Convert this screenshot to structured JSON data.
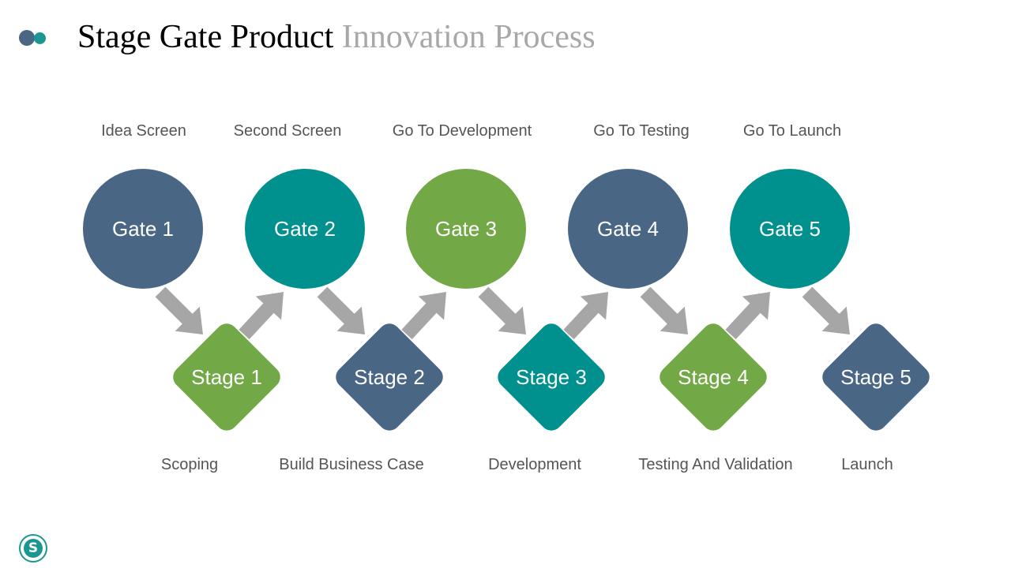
{
  "title": {
    "part1": "Stage Gate Product",
    "part2": "Innovation Process"
  },
  "gates": [
    {
      "label": "Gate 1",
      "caption": "Idea Screen",
      "color": "#4a6685"
    },
    {
      "label": "Gate 2",
      "caption": "Second Screen",
      "color": "#00918e"
    },
    {
      "label": "Gate 3",
      "caption": "Go To Development",
      "color": "#72a845"
    },
    {
      "label": "Gate 4",
      "caption": "Go To Testing",
      "color": "#4a6685"
    },
    {
      "label": "Gate 5",
      "caption": "Go To Launch",
      "color": "#00918e"
    }
  ],
  "stages": [
    {
      "label": "Stage 1",
      "caption": "Scoping",
      "color": "#72a845"
    },
    {
      "label": "Stage 2",
      "caption": "Build Business Case",
      "color": "#4a6685"
    },
    {
      "label": "Stage 3",
      "caption": "Development",
      "color": "#00918e"
    },
    {
      "label": "Stage 4",
      "caption": "Testing And Validation",
      "color": "#72a845"
    },
    {
      "label": "Stage 5",
      "caption": "Launch",
      "color": "#4a6685"
    }
  ],
  "arrow_color": "#a6a6a6",
  "logo": {
    "glyph": "S",
    "icon": "brand-logo-icon"
  }
}
